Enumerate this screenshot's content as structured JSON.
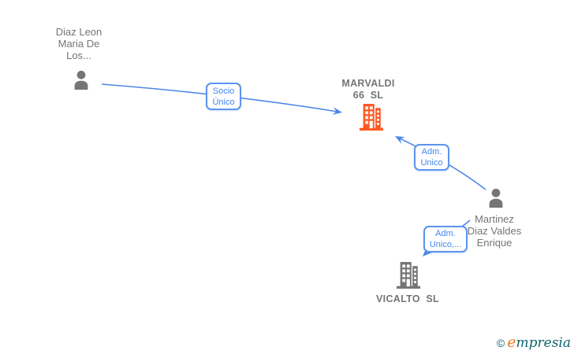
{
  "diagram": {
    "type": "company-relationship-graph",
    "background": "#ffffff"
  },
  "colors": {
    "edge_blue": "#4d87e8",
    "edge_label_text": "#4285f4",
    "edge_label_border": "#5b94ee",
    "node_text_gray": "#757575",
    "person_icon_gray": "#757575",
    "company_icon_orange": "#ff5722",
    "company_icon_gray": "#757575",
    "logo_teal": "#0d6470",
    "logo_orange": "#ef7a1f"
  },
  "nodes": {
    "diaz_leon": {
      "type": "person",
      "lines": [
        "Diaz Leon",
        "Maria De",
        "Los..."
      ]
    },
    "marvaldi": {
      "type": "company",
      "lines": [
        "MARVALDI",
        "66  SL"
      ]
    },
    "martinez": {
      "type": "person",
      "lines": [
        "Martinez",
        "Diaz Valdes",
        "Enrique"
      ]
    },
    "vicalto": {
      "type": "company",
      "lines": [
        "VICALTO  SL"
      ]
    }
  },
  "edges": {
    "socio_unico": {
      "from": "diaz_leon",
      "to": "marvaldi",
      "lines": [
        "Socio",
        "Único"
      ]
    },
    "adm_unico": {
      "from": "martinez",
      "to": "marvaldi",
      "lines": [
        "Adm.",
        "Unico"
      ]
    },
    "adm_unico_more": {
      "from": "martinez",
      "to": "vicalto",
      "lines": [
        "Adm.",
        "Unico,..."
      ]
    }
  },
  "logo": {
    "copyright": "©",
    "brand_first_letter": "e",
    "brand_rest": "mpresia"
  }
}
